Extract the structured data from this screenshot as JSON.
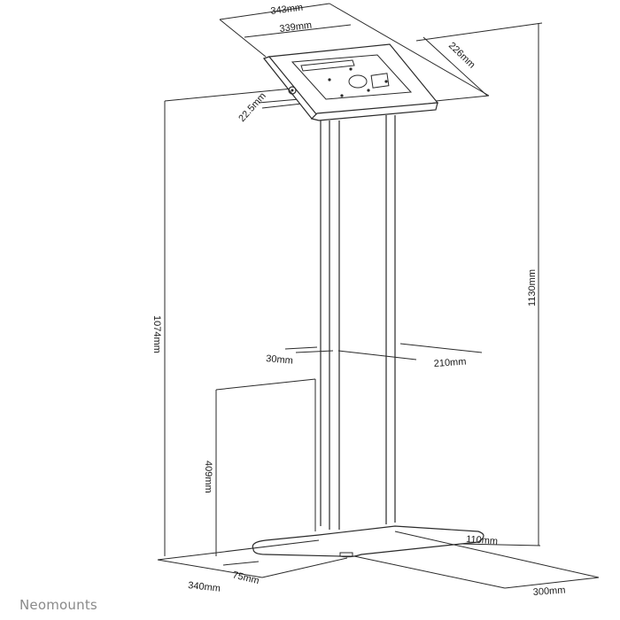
{
  "diagram": {
    "subject": "Floor stand tablet kiosk dimension drawing",
    "dimensions": {
      "enclosure_outer_width": "343mm",
      "enclosure_inner_width": "339mm",
      "enclosure_depth": "226mm",
      "enclosure_thickness": "22.5mm",
      "total_height": "1130mm",
      "height_to_pivot": "1074mm",
      "column_depth": "30mm",
      "column_width": "210mm",
      "tablet_area_height": "409mm",
      "base_side_depth": "75mm",
      "base_depth": "340mm",
      "base_front_offset": "110mm",
      "base_width": "300mm"
    }
  },
  "brand": {
    "name": "Neomounts",
    "color": "#8a8a8a"
  },
  "colors": {
    "line": "#2a2a2a",
    "background": "#ffffff"
  }
}
